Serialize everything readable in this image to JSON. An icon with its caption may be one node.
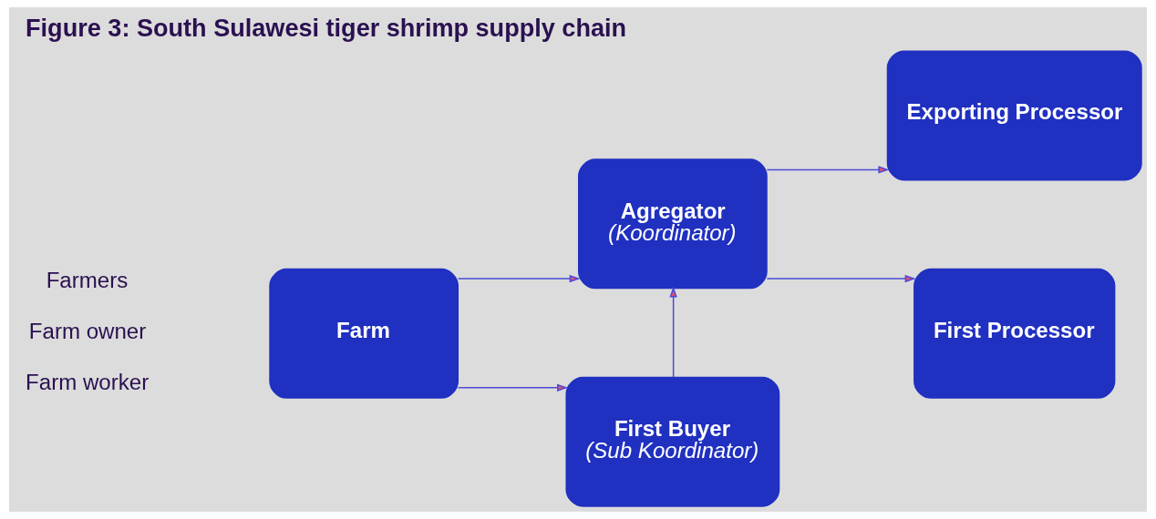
{
  "diagram": {
    "title": "Figure 3: South Sulawesi tiger shrimp supply chain",
    "nodes": [
      {
        "text": [
          "Farm"
        ],
        "beside": [
          "Farmers",
          "Farm owner",
          "Farm worker"
        ]
      },
      {
        "text": [
          "Agregator",
          "(Koordinator)"
        ]
      },
      {
        "text": [
          "Exporting Processor"
        ]
      },
      {
        "text": [
          "First Buyer",
          "(Sub Koordinator)"
        ]
      },
      {
        "text": [
          "First Processor"
        ]
      }
    ],
    "edges": [
      {
        "from": 0,
        "to": 1,
        "arrow": "to"
      },
      {
        "from": 0,
        "to": 3,
        "arrow": "to"
      },
      {
        "from": 3,
        "to": 1,
        "arrow": "to"
      },
      {
        "from": 1,
        "to": 2,
        "arrow": "to"
      },
      {
        "from": 1,
        "to": 4,
        "arrow": "to"
      }
    ]
  }
}
